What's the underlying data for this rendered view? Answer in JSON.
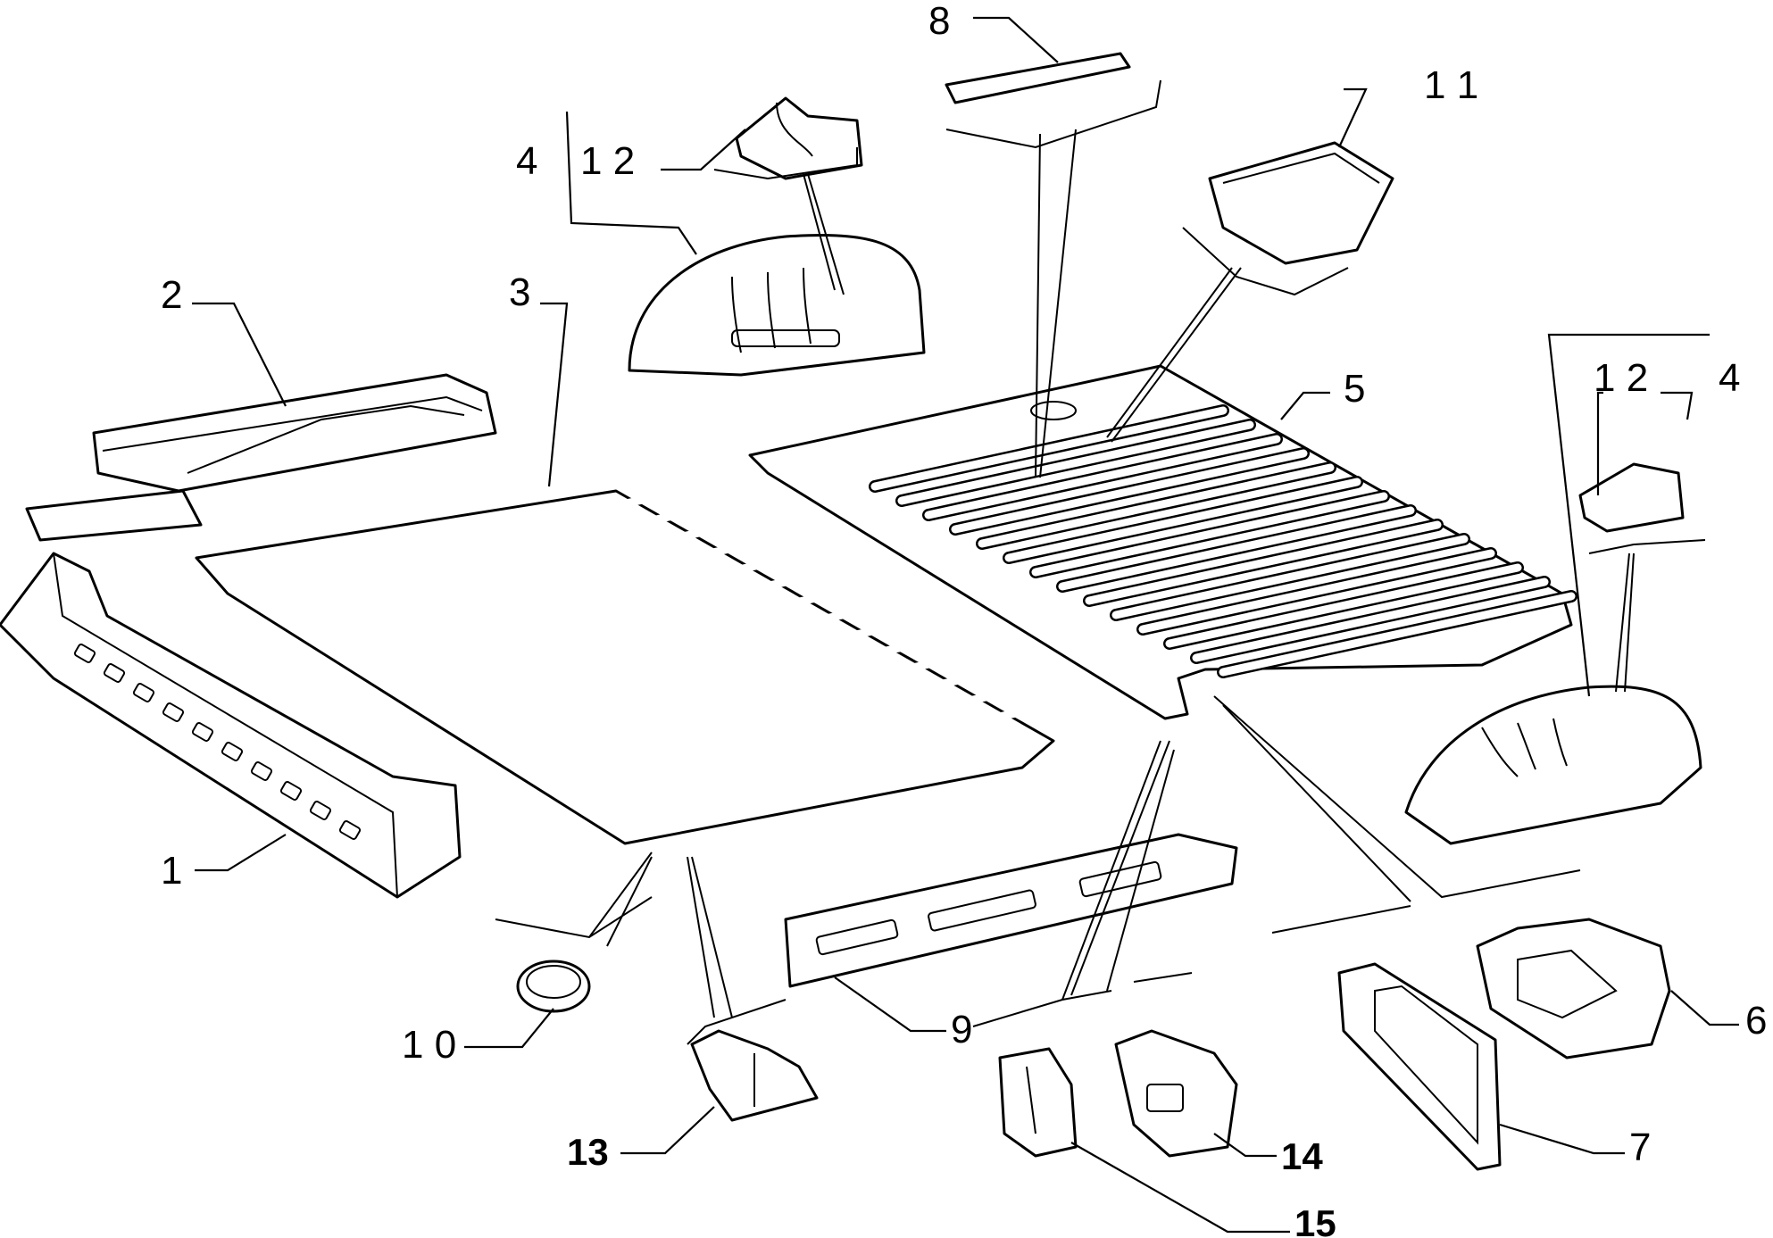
{
  "callouts": {
    "c1": "1",
    "c2": "2",
    "c3": "3",
    "c4a": "4",
    "c4b": "4",
    "c5": "5",
    "c6": "6",
    "c7": "7",
    "c8": "8",
    "c9": "9",
    "c10": "1 0",
    "c11": "1 1",
    "c12a": "1 2",
    "c12b": "1 2",
    "c13": "13",
    "c14": "14",
    "c15": "15"
  }
}
